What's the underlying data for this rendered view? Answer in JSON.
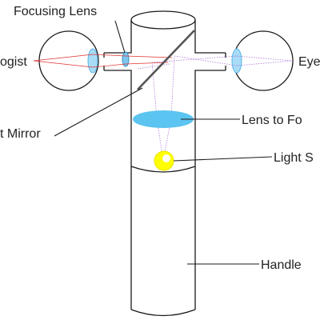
{
  "labels": {
    "focusing_lens": "Focusing Lens",
    "observer": "ogist",
    "observed_eye": "Eye",
    "mirror": "t Mirror",
    "lens_to_focus": "Lens to Fo",
    "light_source": "Light S",
    "handle": "Handle"
  },
  "colors": {
    "outline": "#1a1a1a",
    "lens_fill": "#7ec8f0",
    "big_lens_fill": "#5bc4f0",
    "light_yellow": "#ffff00",
    "light_ray": "#e03030",
    "reflected_ray": "#b07ad8",
    "mirror": "#555555"
  },
  "icons": {
    "left_eye": "eyeball-icon",
    "right_eye": "eyeball-icon",
    "light_source": "bulb-icon"
  }
}
